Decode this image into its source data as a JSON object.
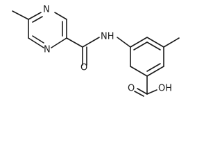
{
  "molecule": {
    "atoms": {
      "pyrazine_n_top": "N",
      "pyrazine_n_bottom": "N",
      "amide_o": "O",
      "amide_nh": "NH",
      "acid_oh": "OH",
      "acid_o": "O"
    }
  }
}
